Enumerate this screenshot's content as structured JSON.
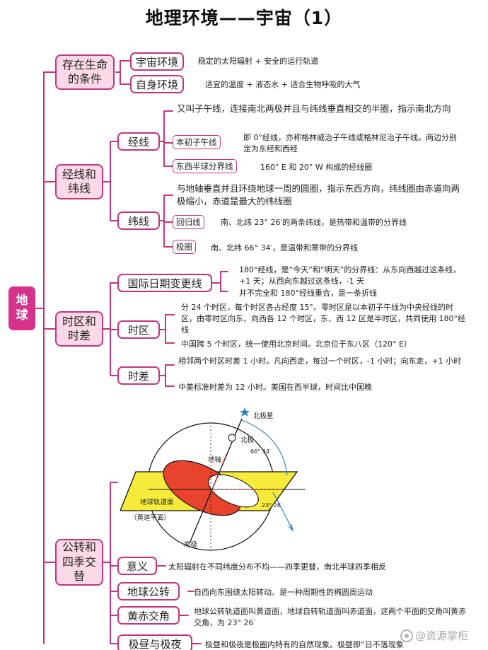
{
  "title": "地理环境——宇宙（1）",
  "root": "地球",
  "sections": {
    "life": {
      "label": "存在生命的条件",
      "cosmic": {
        "label": "宇宙环境",
        "desc": "稳定的太阳辐射 + 安全的运行轨道"
      },
      "self": {
        "label": "自身环境",
        "desc": "适宜的温度 + 液态水 + 适合生物呼吸的大气"
      }
    },
    "grid": {
      "label": "经线和纬线",
      "meridian": {
        "label": "经线",
        "desc": "又叫子午线，连接南北两极并且与纬线垂直相交的半圈，指示南北方向",
        "prime": {
          "label": "本初子午线",
          "desc": "即 0°经线，亦称格林威治子午线或格林尼治子午线。两边分别定为东经和西经"
        },
        "hemi": {
          "label": "东西半球分界线",
          "desc": "160° E 和 20° W 构成的经线圈"
        }
      },
      "parallel": {
        "label": "纬线",
        "desc": "与地轴垂直并且环绕地球一周的圆圈，指示东西方向，纬线圈由赤道向两极缩小，赤道是最大的纬线圈",
        "tropic": {
          "label": "回归线",
          "desc": "南、北纬 23° 26′的两条纬线，是热带和温带的分界线"
        },
        "polar": {
          "label": "极圈",
          "desc": "南、北纬 66° 34′，是温带和寒带的分界线"
        }
      }
    },
    "time": {
      "label": "时区和时差",
      "dateline": {
        "label": "国际日期变更线",
        "desc1": "180°经线，是“今天”和“明天”的分界线：从东向西越过这条线，+1 天；从西向东越过这条线，-1 天",
        "desc2": "并不完全和 180°经线重合，是一条折线"
      },
      "zone": {
        "label": "时区",
        "desc1": "分 24 个时区，每个时区各占经度 15°。零时区是以本初子午线为中央经线的时区，由零时区向东、向西各 12 个时区，东、西 12 区是半时区，共同使用 180°经线",
        "desc2": "中国跨 5 个时区，统一使用北京时间。北京位于东八区（120° E）"
      },
      "diff": {
        "label": "时差",
        "desc1": "相邻两个时区时差 1 小时。凡向西走，每过一个时区，-1 小时；向东走，+1 小时",
        "desc2": "中美标准时差为 12 小时。美国在西半球，时间比中国晚"
      }
    },
    "orbit": {
      "label": "公转和四季交替",
      "diagram": {
        "polaris": "北极星",
        "north_pole": "北极",
        "axis": "地轴",
        "angle1": "66° 34′",
        "angle2": "23° 26′",
        "orbit_plane": "地球轨道面",
        "ecliptic": "（黄道平面）",
        "south_pole": "南极"
      },
      "meaning": {
        "label": "意义",
        "desc": "太阳辐射在不同纬度分布不均——四季更替，南北半球四季相反"
      },
      "revolution": {
        "label": "地球公转",
        "desc": "自西向东围绕太阳转动。是一种周期性的椭圆周运动"
      },
      "obliquity": {
        "label": "黄赤交角",
        "desc": "地球公转轨道面叫黄道面，地球自转轨道面叫赤道面，这两个平面的交角叫黄赤交角，为 23° 26′"
      },
      "polarday": {
        "label": "极昼与极夜",
        "desc": "极昼和极夜是极圈内特有的自然现象。极昼即“日不落现象"
      }
    }
  },
  "watermark": "@资源掌柜",
  "colors": {
    "accent": "#c2367f",
    "root_fill": "#d6328b",
    "box_fill": "#fbd9e8",
    "plane": "#f6ea3a",
    "earth": "#e8432c"
  }
}
